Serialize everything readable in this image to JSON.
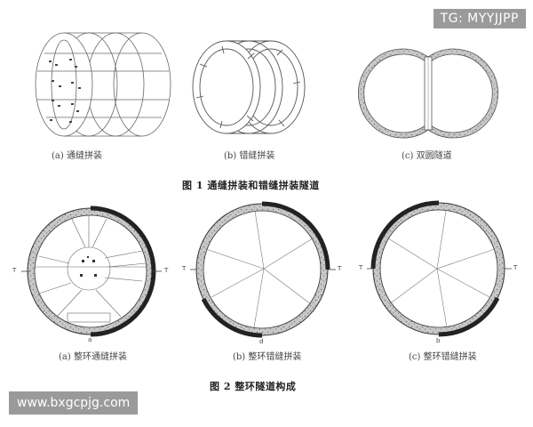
{
  "watermark_top": "TG: MYYJJPP",
  "watermark_bottom": "www.bxgcpjg.com",
  "figure1": {
    "captions": [
      "(a) 通缝拼装",
      "(b) 错缝拼装",
      "(c) 双圆隧道"
    ],
    "title": "图 1   通缝拼装和错缝拼装隧道"
  },
  "figure2": {
    "captions": [
      "(a) 整环通缝拼装",
      "(b) 整环错缝拼装",
      "(c) 整环错缝拼装"
    ],
    "title": "图 2   整环隧道构成"
  },
  "ring_labels": {
    "side": "T",
    "bottom_a": "a",
    "bottom_b": "d",
    "bottom_c": "b"
  }
}
